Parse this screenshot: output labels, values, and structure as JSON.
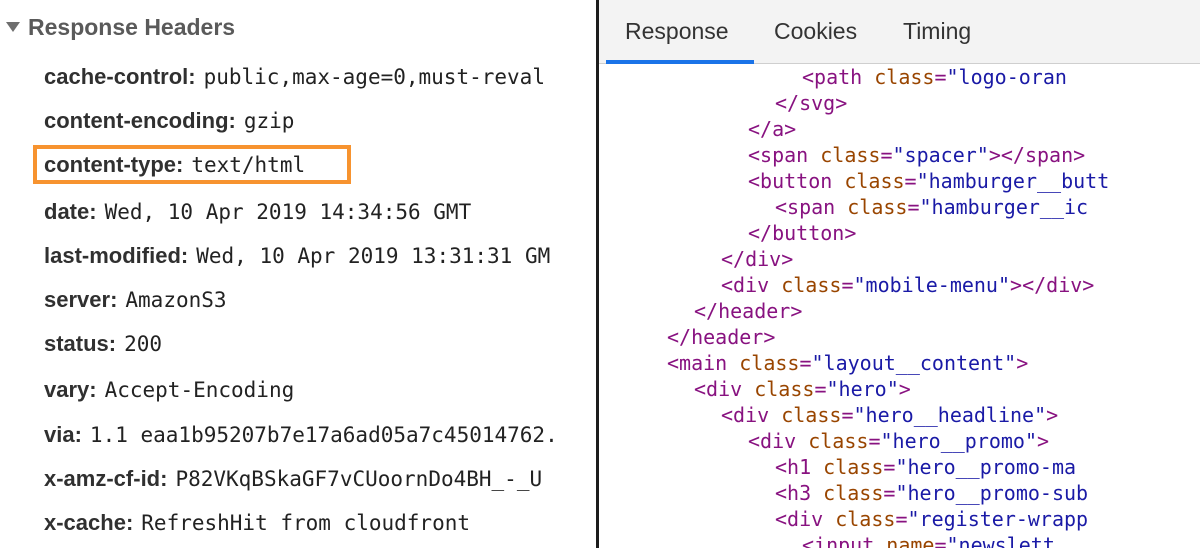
{
  "colors": {
    "highlight": "#f7932f",
    "tab_underline": "#1a73e8",
    "tag": "#881280",
    "attr_name": "#994500",
    "attr_value": "#1a1aa6"
  },
  "headers_panel": {
    "title": "Response Headers",
    "expand_icon": "triangle-down-icon",
    "items": [
      {
        "key": "cache-control:",
        "value": "public,max-age=0,must-reval"
      },
      {
        "key": "content-encoding:",
        "value": "gzip"
      },
      {
        "key": "content-type:",
        "value": "text/html"
      },
      {
        "key": "date:",
        "value": "Wed, 10 Apr 2019 14:34:56 GMT"
      },
      {
        "key": "last-modified:",
        "value": "Wed, 10 Apr 2019 13:31:31 GM"
      },
      {
        "key": "server:",
        "value": "AmazonS3"
      },
      {
        "key": "status:",
        "value": "200"
      },
      {
        "key": "vary:",
        "value": "Accept-Encoding"
      },
      {
        "key": "via:",
        "value": "1.1 eaa1b95207b7e17a6ad05a7c45014762."
      },
      {
        "key": "x-amz-cf-id:",
        "value": "P82VKqBSkaGF7vCUoornDo4BH_-_U"
      },
      {
        "key": "x-cache:",
        "value": "RefreshHit from cloudfront"
      }
    ]
  },
  "tabs": [
    {
      "label": "Response"
    },
    {
      "label": "Cookies"
    },
    {
      "label": "Timing"
    }
  ],
  "code_lines": [
    {
      "indent": 12,
      "parts": [
        {
          "t": "tag",
          "s": "<path "
        },
        {
          "t": "attr",
          "s": "class"
        },
        {
          "t": "tag",
          "s": "="
        },
        {
          "t": "val",
          "s": "\"logo-oran"
        }
      ]
    },
    {
      "indent": 10,
      "parts": [
        {
          "t": "tag",
          "s": "</svg>"
        }
      ]
    },
    {
      "indent": 8,
      "parts": [
        {
          "t": "tag",
          "s": "</a>"
        }
      ]
    },
    {
      "indent": 8,
      "parts": [
        {
          "t": "tag",
          "s": "<span "
        },
        {
          "t": "attr",
          "s": "class"
        },
        {
          "t": "tag",
          "s": "="
        },
        {
          "t": "val",
          "s": "\"spacer\""
        },
        {
          "t": "tag",
          "s": "></span>"
        }
      ]
    },
    {
      "indent": 8,
      "parts": [
        {
          "t": "tag",
          "s": "<button "
        },
        {
          "t": "attr",
          "s": "class"
        },
        {
          "t": "tag",
          "s": "="
        },
        {
          "t": "val",
          "s": "\"hamburger__butt"
        }
      ]
    },
    {
      "indent": 10,
      "parts": [
        {
          "t": "tag",
          "s": "<span "
        },
        {
          "t": "attr",
          "s": "class"
        },
        {
          "t": "tag",
          "s": "="
        },
        {
          "t": "val",
          "s": "\"hamburger__ic"
        }
      ]
    },
    {
      "indent": 8,
      "parts": [
        {
          "t": "tag",
          "s": "</button>"
        }
      ]
    },
    {
      "indent": 6,
      "parts": [
        {
          "t": "tag",
          "s": "</div>"
        }
      ]
    },
    {
      "indent": 6,
      "parts": [
        {
          "t": "tag",
          "s": "<div "
        },
        {
          "t": "attr",
          "s": "class"
        },
        {
          "t": "tag",
          "s": "="
        },
        {
          "t": "val",
          "s": "\"mobile-menu\""
        },
        {
          "t": "tag",
          "s": "></div>"
        }
      ]
    },
    {
      "indent": 4,
      "parts": [
        {
          "t": "tag",
          "s": "</header>"
        }
      ]
    },
    {
      "indent": 2,
      "parts": [
        {
          "t": "tag",
          "s": "</header>"
        }
      ]
    },
    {
      "indent": 2,
      "parts": [
        {
          "t": "tag",
          "s": "<main "
        },
        {
          "t": "attr",
          "s": "class"
        },
        {
          "t": "tag",
          "s": "="
        },
        {
          "t": "val",
          "s": "\"layout__content\""
        },
        {
          "t": "tag",
          "s": ">"
        }
      ]
    },
    {
      "indent": 4,
      "parts": [
        {
          "t": "tag",
          "s": "<div "
        },
        {
          "t": "attr",
          "s": "class"
        },
        {
          "t": "tag",
          "s": "="
        },
        {
          "t": "val",
          "s": "\"hero\""
        },
        {
          "t": "tag",
          "s": ">"
        }
      ]
    },
    {
      "indent": 6,
      "parts": [
        {
          "t": "tag",
          "s": "<div "
        },
        {
          "t": "attr",
          "s": "class"
        },
        {
          "t": "tag",
          "s": "="
        },
        {
          "t": "val",
          "s": "\"hero__headline\""
        },
        {
          "t": "tag",
          "s": ">"
        }
      ]
    },
    {
      "indent": 8,
      "parts": [
        {
          "t": "tag",
          "s": "<div "
        },
        {
          "t": "attr",
          "s": "class"
        },
        {
          "t": "tag",
          "s": "="
        },
        {
          "t": "val",
          "s": "\"hero__promo\""
        },
        {
          "t": "tag",
          "s": ">"
        }
      ]
    },
    {
      "indent": 10,
      "parts": [
        {
          "t": "tag",
          "s": "<h1 "
        },
        {
          "t": "attr",
          "s": "class"
        },
        {
          "t": "tag",
          "s": "="
        },
        {
          "t": "val",
          "s": "\"hero__promo-ma"
        }
      ]
    },
    {
      "indent": 10,
      "parts": [
        {
          "t": "tag",
          "s": "<h3 "
        },
        {
          "t": "attr",
          "s": "class"
        },
        {
          "t": "tag",
          "s": "="
        },
        {
          "t": "val",
          "s": "\"hero__promo-sub"
        }
      ]
    },
    {
      "indent": 10,
      "parts": [
        {
          "t": "tag",
          "s": "<div "
        },
        {
          "t": "attr",
          "s": "class"
        },
        {
          "t": "tag",
          "s": "="
        },
        {
          "t": "val",
          "s": "\"register-wrapp"
        }
      ]
    },
    {
      "indent": 12,
      "parts": [
        {
          "t": "tag",
          "s": "<input "
        },
        {
          "t": "attr",
          "s": "name"
        },
        {
          "t": "tag",
          "s": "="
        },
        {
          "t": "val",
          "s": "\"newslett"
        }
      ]
    }
  ]
}
